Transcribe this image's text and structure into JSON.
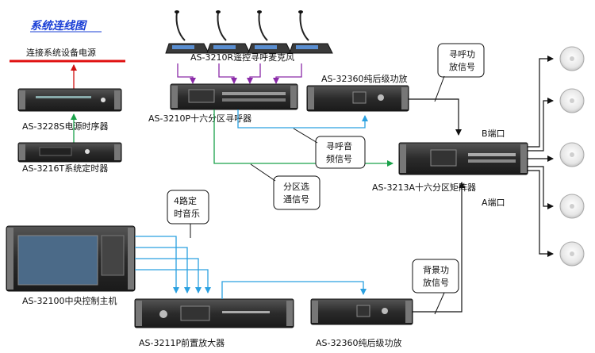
{
  "diagram": {
    "title": "系统连线图",
    "power_label": "连接系统设备电源",
    "devices": {
      "sequencer": "AS-3228S电源时序器",
      "timer": "AS-3216T系统定时器",
      "mic": "AS-3210R遥控寻呼麦克风",
      "pager": "AS-3210P十六分区寻呼器",
      "amp_top": "AS-32360纯后级功放",
      "matrix": "AS-3213A十六分区矩阵器",
      "host": "AS-32100中央控制主机",
      "preamp": "AS-3211P前置放大器",
      "amp_bottom": "AS-32360纯后级功放"
    },
    "ports": {
      "b": "B端口",
      "a": "A端口"
    },
    "callouts": {
      "paging_amp_1": "寻呼功",
      "paging_amp_2": "放信号",
      "paging_audio_1": "寻呼音",
      "paging_audio_2": "频信号",
      "zone_select_1": "分区选",
      "zone_select_2": "通信号",
      "timed_music_1": "4路定",
      "timed_music_2": "时音乐",
      "bg_amp_1": "背景功",
      "bg_amp_2": "放信号"
    }
  }
}
